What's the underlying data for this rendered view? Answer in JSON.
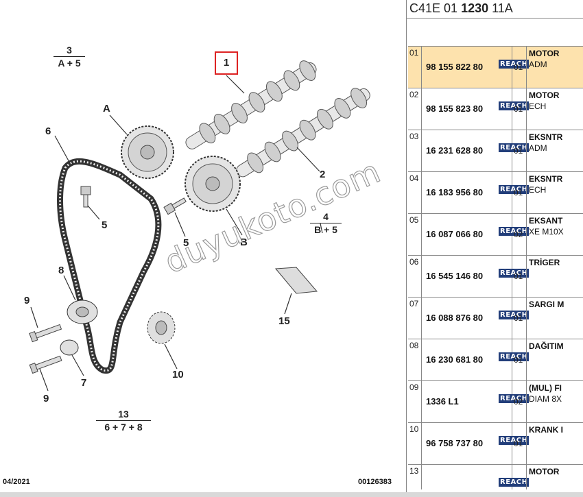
{
  "diagram": {
    "callout_selected": "1",
    "labels": {
      "l1": "1",
      "l2": "2",
      "l4": "4",
      "l5a": "5",
      "l5b": "5",
      "l6": "6",
      "l7": "7",
      "l8": "8",
      "l9a": "9",
      "l9b": "9",
      "l10": "10",
      "l15": "15",
      "lA": "A",
      "lB": "B"
    },
    "groups": {
      "g3": {
        "top": "3",
        "bottom": "A + 5"
      },
      "g4": {
        "top": "4",
        "bottom": "B + 5"
      },
      "g13": {
        "top": "13",
        "bottom": "6 + 7 + 8"
      }
    },
    "footer_date": "04/2021",
    "footer_code": "00126383",
    "watermark": "duyukoto.com"
  },
  "panel": {
    "ref_prefix": "C41E 01 ",
    "ref_bold": "1230",
    "ref_suffix": " 11A",
    "rows": [
      {
        "index": "01",
        "part": "98 155 822 80",
        "badge": "REACH",
        "qty": "01",
        "title": "MOTOR",
        "sub": "ADM",
        "selected": true
      },
      {
        "index": "02",
        "part": "98 155 823 80",
        "badge": "REACH",
        "qty": "01",
        "title": "MOTOR",
        "sub": "ECH",
        "selected": false
      },
      {
        "index": "03",
        "part": "16 231 628 80",
        "badge": "REACH",
        "qty": "01",
        "title": "EKSNTR",
        "sub": "ADM",
        "selected": false
      },
      {
        "index": "04",
        "part": "16 183 956 80",
        "badge": "REACH",
        "qty": "01",
        "title": "EKSNTR",
        "sub": "ECH",
        "selected": false
      },
      {
        "index": "05",
        "part": "16 087 066 80",
        "badge": "REACH",
        "qty": "02",
        "title": "EKSANT",
        "sub": "XE M10X",
        "selected": false
      },
      {
        "index": "06",
        "part": "16 545 146 80",
        "badge": "REACH",
        "qty": "01",
        "title": "TRİGER",
        "sub": "",
        "selected": false
      },
      {
        "index": "07",
        "part": "16 088 876 80",
        "badge": "REACH",
        "qty": "01",
        "title": "SARGI M",
        "sub": "",
        "selected": false
      },
      {
        "index": "08",
        "part": "16 230 681 80",
        "badge": "REACH",
        "qty": "01",
        "title": "DAĞITIM",
        "sub": "",
        "selected": false
      },
      {
        "index": "09",
        "part": "1336 L1",
        "badge": "REACH",
        "qty": "02",
        "title": "(MUL) FI",
        "sub": "DIAM 8X",
        "selected": false
      },
      {
        "index": "10",
        "part": "96 758 737 80",
        "badge": "REACH",
        "qty": "01",
        "title": "KRANK I",
        "sub": "",
        "selected": false
      },
      {
        "index": "13",
        "part": "",
        "badge": "REACH",
        "qty": "",
        "title": "MOTOR",
        "sub": "",
        "selected": false
      }
    ]
  },
  "colors": {
    "selected_row": "#fde2ad",
    "callout_border": "#dd2222",
    "badge": "#223e7a"
  }
}
